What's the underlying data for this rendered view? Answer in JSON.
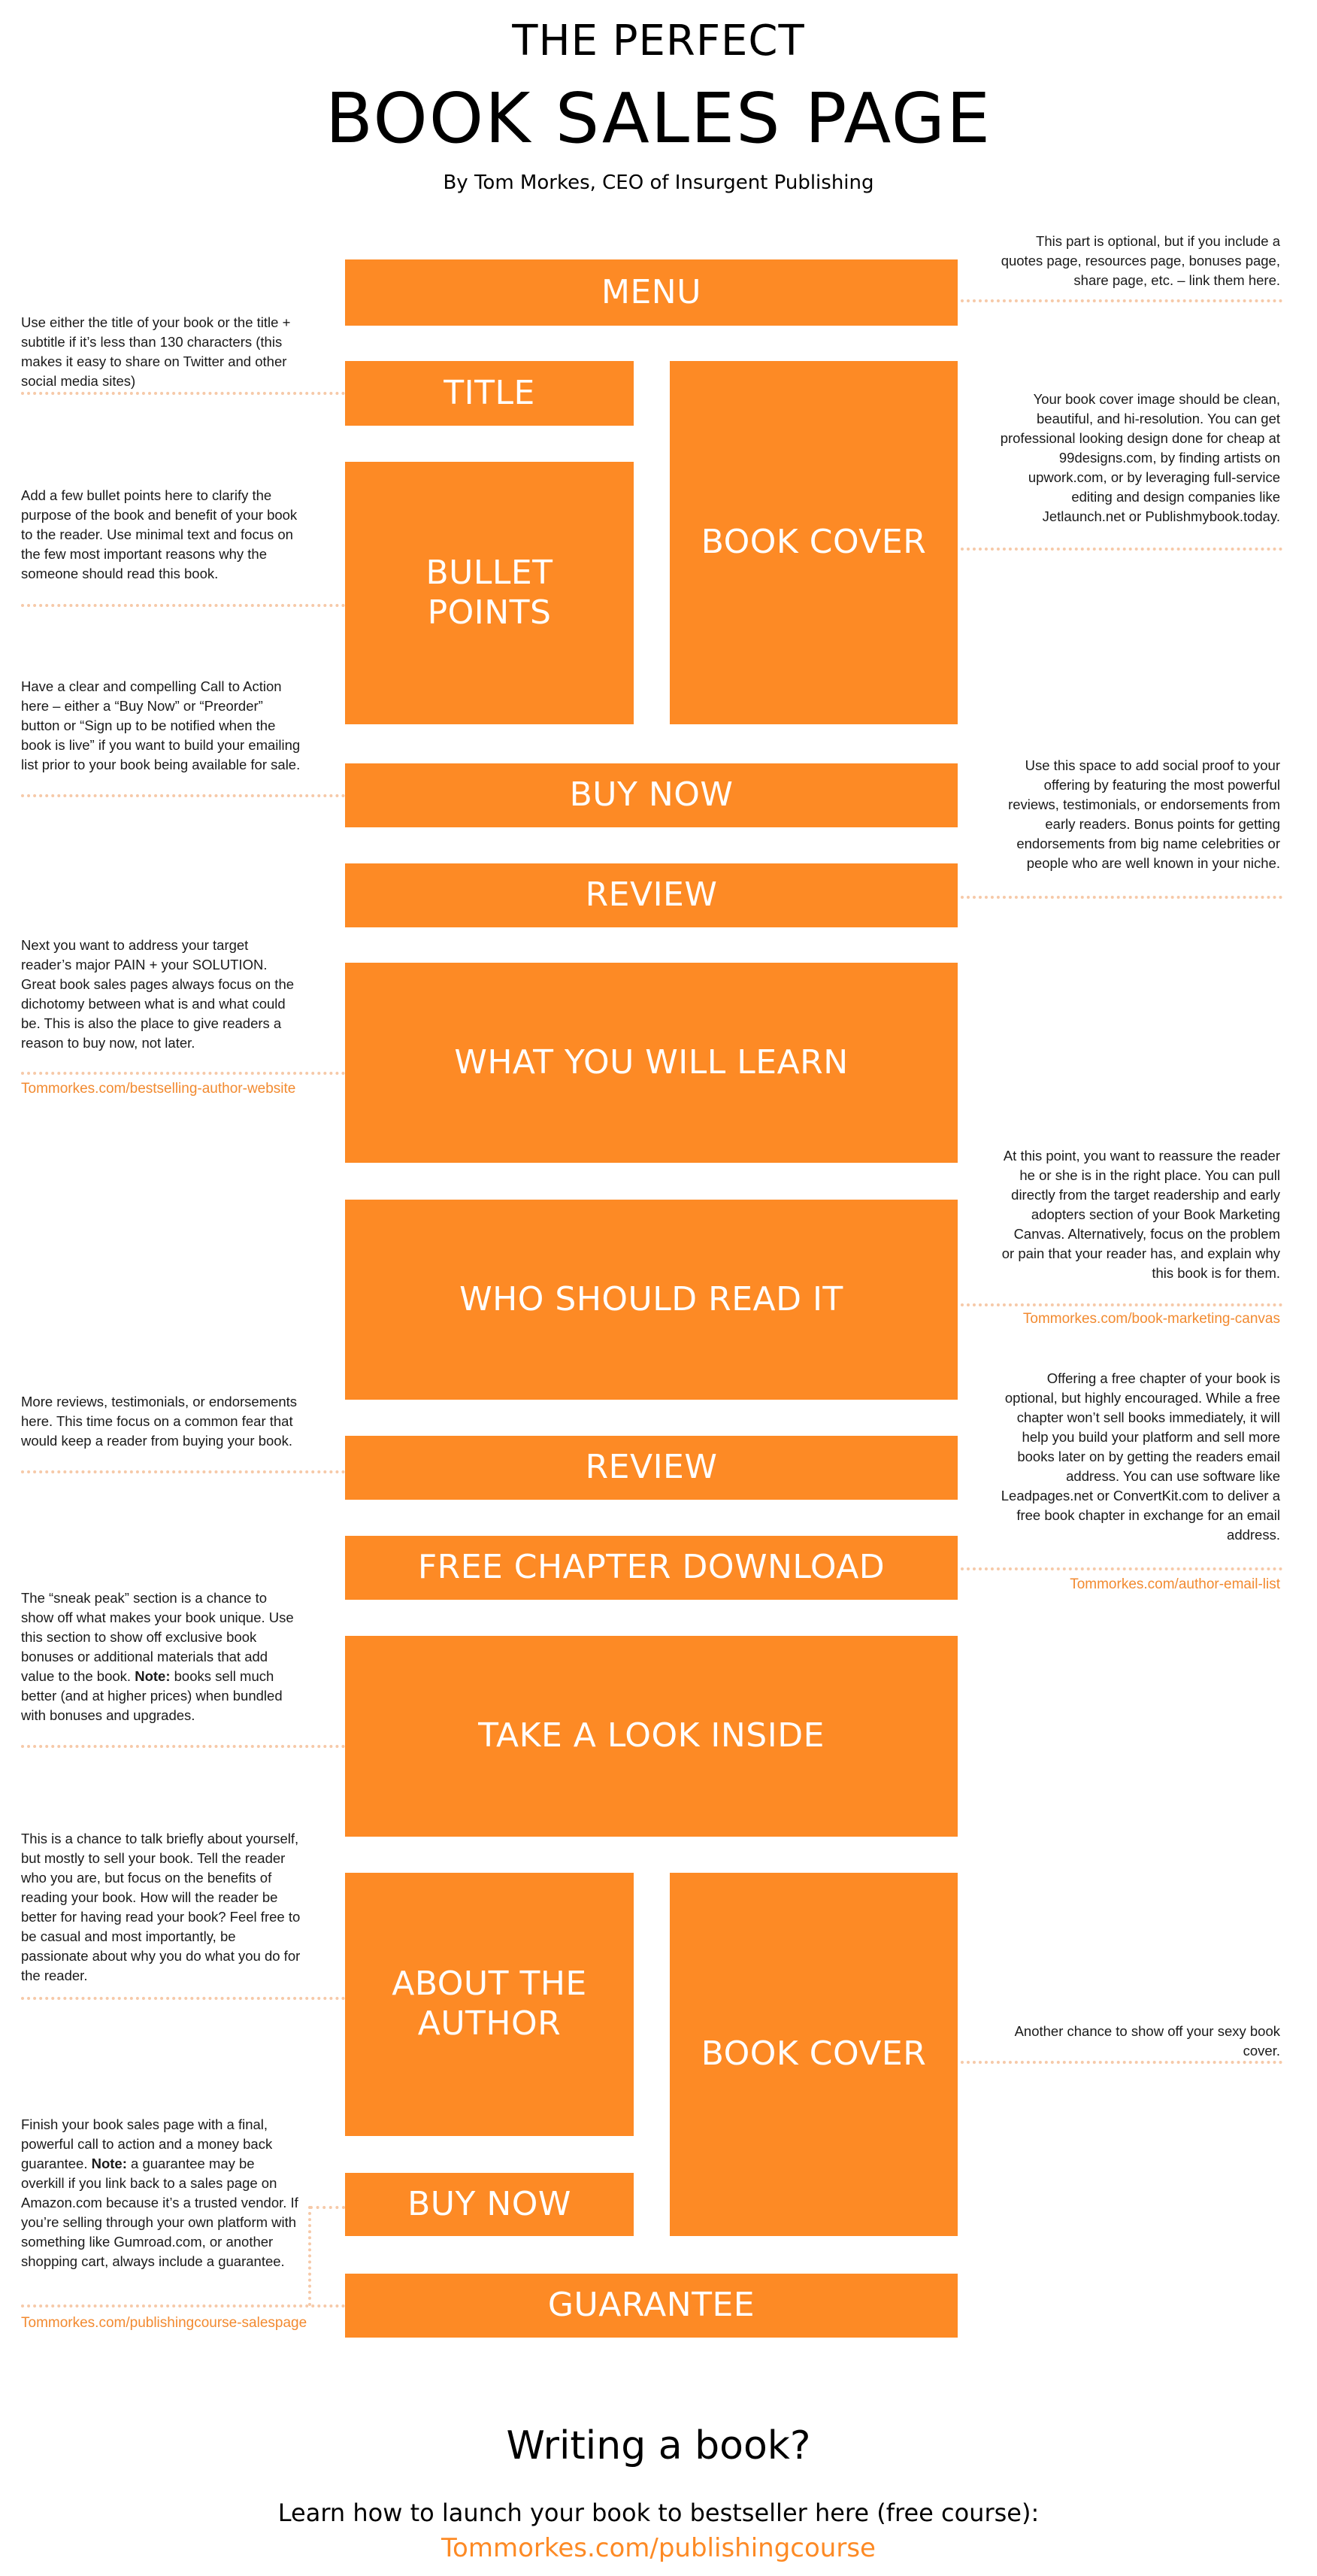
{
  "header": {
    "line1": "THE PERFECT",
    "line2": "BOOK SALES PAGE",
    "byline": "By Tom Morkes, CEO of Insurgent Publishing"
  },
  "colors": {
    "accent": "#FD8A25",
    "connector": "#F6C9A8",
    "link": "#F28A30",
    "text": "#1a1a1a"
  },
  "blocks": {
    "menu": "MENU",
    "title": "TITLE",
    "book_cover": "BOOK COVER",
    "bullet_points": "BULLET POINTS",
    "buy_now": "BUY NOW",
    "review": "REVIEW",
    "what_you_will_learn": "WHAT YOU WILL LEARN",
    "who_should_read_it": "WHO SHOULD READ IT",
    "review_2": "REVIEW",
    "free_chapter_download": "FREE CHAPTER DOWNLOAD",
    "take_a_look_inside": "TAKE A LOOK INSIDE",
    "about_the_author": "ABOUT THE AUTHOR",
    "book_cover_2": "BOOK COVER",
    "buy_now_2": "BUY NOW",
    "guarantee": "GUARANTEE"
  },
  "notes": {
    "menu": "This part is optional, but if you include a quotes page, resources page, bonuses page, share page, etc. – link them here.",
    "title": "Use either the title of your book or the title + subtitle if it’s less than 130 characters (this makes it easy to share on Twitter and other social media sites)",
    "book_cover": "Your book cover image should be clean, beautiful, and hi-resolution. You can get professional looking design done for cheap at 99designs.com, by finding artists on upwork.com, or by leveraging full-service editing and design companies like Jetlaunch.net or Publishmybook.today.",
    "bullet_points": "Add a few bullet points here to clarify the purpose of the book and benefit of your book to the reader. Use minimal text and focus on the few most important reasons why the someone should read this book.",
    "buy_now": "Have a clear and compelling Call to Action here – either a “Buy Now” or “Preorder” button or “Sign up to be notified when the book is live” if you want to build your emailing list prior to your book being available for sale.",
    "review": "Use this space to add social proof to your offering by featuring the most powerful reviews, testimonials, or endorsements from early readers. Bonus points for getting endorsements from big name celebrities or people who are well known in your niche.",
    "what_you_will_learn": "Next you want to address your target reader’s major PAIN + your SOLUTION. Great book sales pages always focus on the dichotomy between what is and what could be. This is also the place to give readers a reason to buy now, not later.",
    "what_you_will_learn_link": "Tommorkes.com/bestselling-author-website",
    "who_should_read_it": "At this point, you want to reassure the reader he or she is in the right place. You can pull directly from the target readership and early adopters section of your Book Marketing Canvas. Alternatively, focus on the problem or pain that your reader has, and explain why this book is for them.",
    "who_should_read_it_link": "Tommorkes.com/book-marketing-canvas",
    "review_2": "More reviews, testimonials, or endorsements here. This time focus on a common fear that would keep a reader from buying your book.",
    "free_chapter": "Offering a free chapter of your book is optional, but highly encouraged. While a free chapter won’t sell books immediately, it will help you build your platform and sell more books later on by getting the readers email address. You can use software like Leadpages.net or ConvertKit.com to deliver a free book chapter in exchange for an email address.",
    "free_chapter_link": "Tommorkes.com/author-email-list",
    "take_a_look_pre": "The “sneak peak” section is a chance to show off what makes your book unique. Use this section to show off exclusive book bonuses or additional materials that add value to the book. ",
    "take_a_look_bold": "Note:",
    "take_a_look_post": " books sell much better (and at higher prices) when bundled with bonuses and upgrades.",
    "about_the_author": "This is a chance to talk briefly about yourself, but mostly to sell your book. Tell the reader who you are, but focus on the benefits of reading your book. How will the reader be better for having read your book? Feel free to be casual and most importantly, be passionate about why you do what you do for the reader.",
    "book_cover_2": "Another chance to show off your sexy book cover.",
    "guarantee_pre": "Finish your book sales page with a final, powerful call to action and a money back guarantee. ",
    "guarantee_bold": "Note:",
    "guarantee_post": " a guarantee may be overkill if you link back to a sales page on Amazon.com because it’s a trusted vendor. If you’re selling through your own platform with something like Gumroad.com, or another shopping cart, always include a guarantee.",
    "guarantee_link": "Tommorkes.com/publishingcourse-salespage"
  },
  "footer": {
    "headline": "Writing a book?",
    "subline": "Learn how to launch your book to bestseller here (free course):",
    "url": "Tommorkes.com/publishingcourse"
  }
}
